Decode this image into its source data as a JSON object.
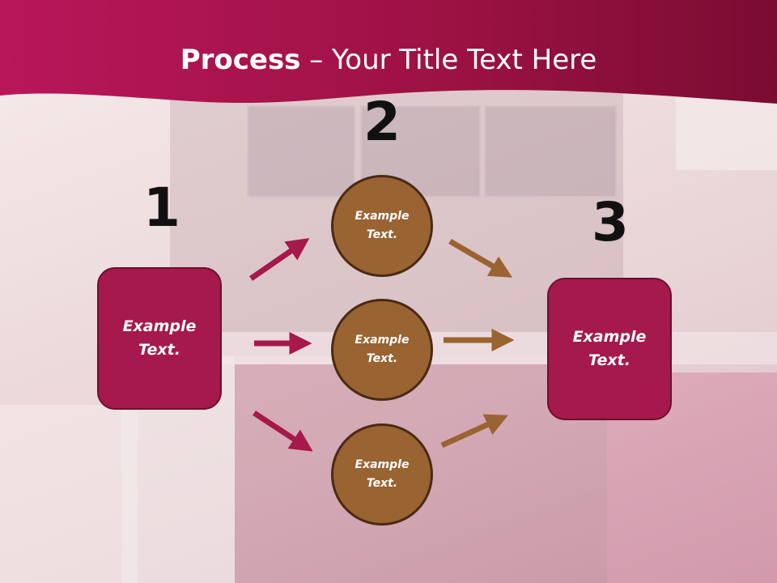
{
  "header": {
    "title_bold": "Process",
    "title_rest": " – Your Title Text Here"
  },
  "steps": [
    {
      "number": "1",
      "text": "Example Text."
    },
    {
      "number": "2",
      "text": "Example Text."
    },
    {
      "number": "3",
      "text": "Example Text."
    }
  ],
  "circles": [
    {
      "text": "Example Text."
    },
    {
      "text": "Example Text."
    },
    {
      "text": "Example Text."
    }
  ],
  "colors": {
    "header": "#a5194c",
    "box": "#a5194c",
    "circle": "#9a6332",
    "arrow_left": "#a5194c",
    "arrow_right": "#9a6332"
  }
}
